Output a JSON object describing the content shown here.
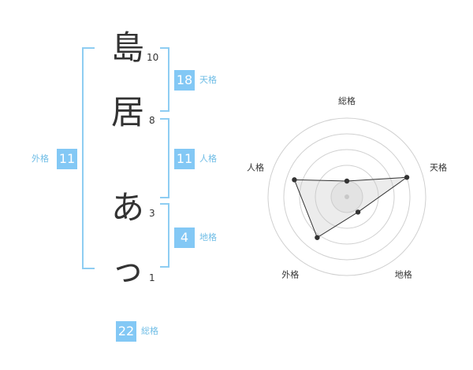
{
  "name": {
    "chars": [
      {
        "char": "島",
        "strokes": "10"
      },
      {
        "char": "居",
        "strokes": "8"
      },
      {
        "char": "あ",
        "strokes": "3"
      },
      {
        "char": "っ",
        "strokes": "1"
      }
    ]
  },
  "fortunes": {
    "tenkaku": {
      "value": "18",
      "label": "天格"
    },
    "jinkaku": {
      "value": "11",
      "label": "人格"
    },
    "chikaku": {
      "value": "4",
      "label": "地格"
    },
    "gaikaku": {
      "value": "11",
      "label": "外格"
    },
    "soukaku": {
      "value": "22",
      "label": "総格"
    }
  },
  "colors": {
    "accent": "#83c8f5",
    "bracket": "#8ecdf2"
  },
  "chart_data": {
    "type": "radar",
    "axes": [
      "総格",
      "天格",
      "地格",
      "外格",
      "人格"
    ],
    "values": [
      1,
      4,
      1.2,
      3.2,
      3.5
    ],
    "range": [
      0,
      5
    ],
    "grid": true
  }
}
